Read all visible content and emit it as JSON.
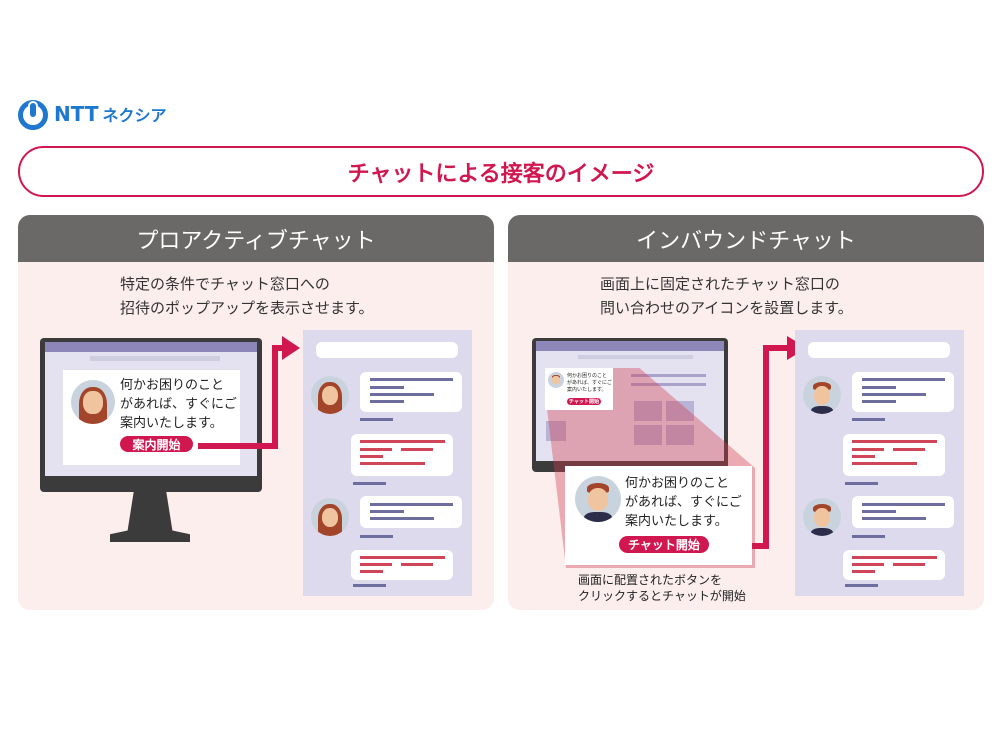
{
  "logo": {
    "brand": "NTT",
    "sub": "ネクシア"
  },
  "title": "チャットによる接客のイメージ",
  "panels": [
    {
      "heading": "プロアクティブチャット",
      "desc": [
        "特定の条件でチャット窓口への",
        "招待のポップアップを表示させます。"
      ],
      "popup": {
        "lines": [
          "何かお困りのこと",
          "があれば、すぐにご",
          "案内いたします。"
        ],
        "button": "案内開始"
      }
    },
    {
      "heading": "インバウンドチャット",
      "desc": [
        "画面上に固定されたチャット窓口の",
        "問い合わせのアイコンを設置します。"
      ],
      "popup": {
        "lines": [
          "何かお困りのこと",
          "があれば、すぐにご",
          "案内いたします。"
        ],
        "button": "チャット開始"
      },
      "caption": [
        "画面に配置されたボタンを",
        "クリックするとチャットが開始"
      ]
    }
  ],
  "colors": {
    "accent": "#d1174f",
    "brand": "#1e78cf",
    "header": "#6b6868"
  }
}
